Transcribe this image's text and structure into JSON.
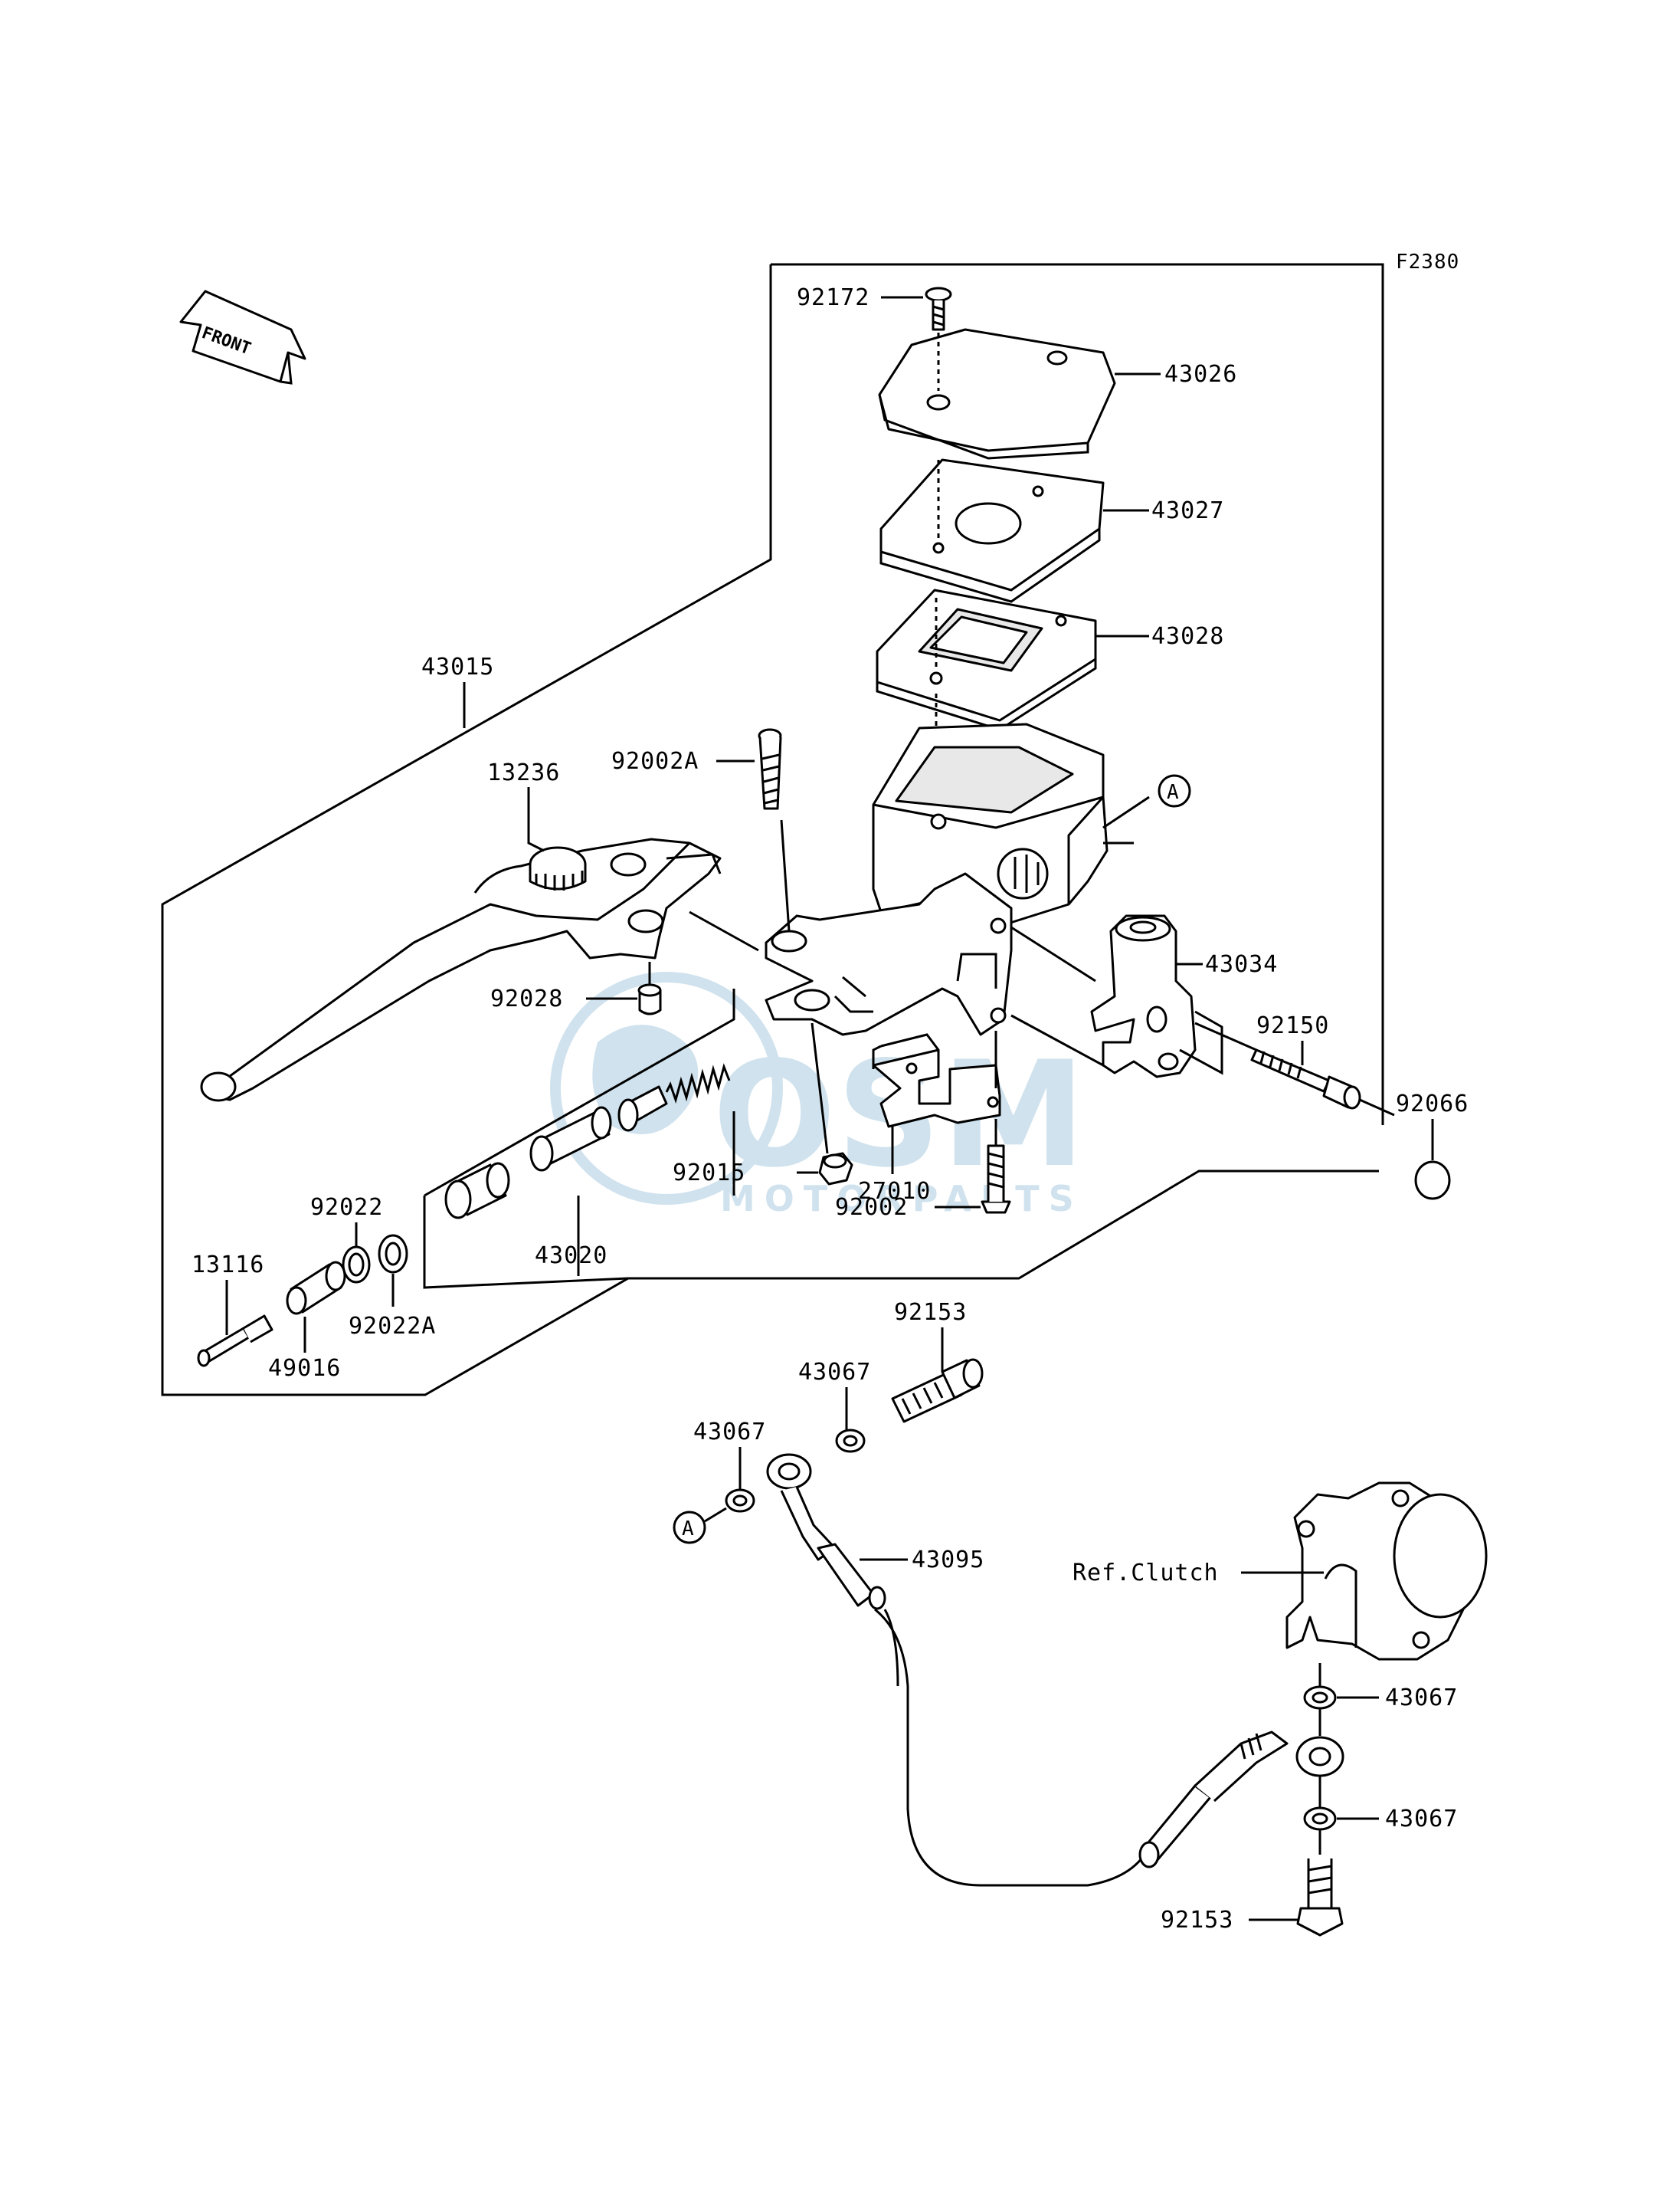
{
  "figure_code": "F2380",
  "front_arrow_text": "FRONT",
  "watermark": {
    "brand": "OSM",
    "sub": "MOTORPARTS",
    "color": "#a9cbe0"
  },
  "callouts": {
    "p92172": "92172",
    "p43026": "43026",
    "p43027": "43027",
    "p43028": "43028",
    "p43015": "43015",
    "p13236": "13236",
    "p92002A": "92002A",
    "refA_top": "A",
    "p43034": "43034",
    "p92150": "92150",
    "p92028": "92028",
    "p92066": "92066",
    "p92015": "92015",
    "p27010": "27010",
    "p92022": "92022",
    "p43020": "43020",
    "p92002": "92002",
    "p13116": "13116",
    "p92022A": "92022A",
    "p49016": "49016",
    "p92153_top": "92153",
    "p43067_a": "43067",
    "p43067_b": "43067",
    "refA_bottom": "A",
    "p43095": "43095",
    "ref_clutch": "Ref.Clutch",
    "p43067_c": "43067",
    "p43067_d": "43067",
    "p92153_bottom": "92153"
  }
}
